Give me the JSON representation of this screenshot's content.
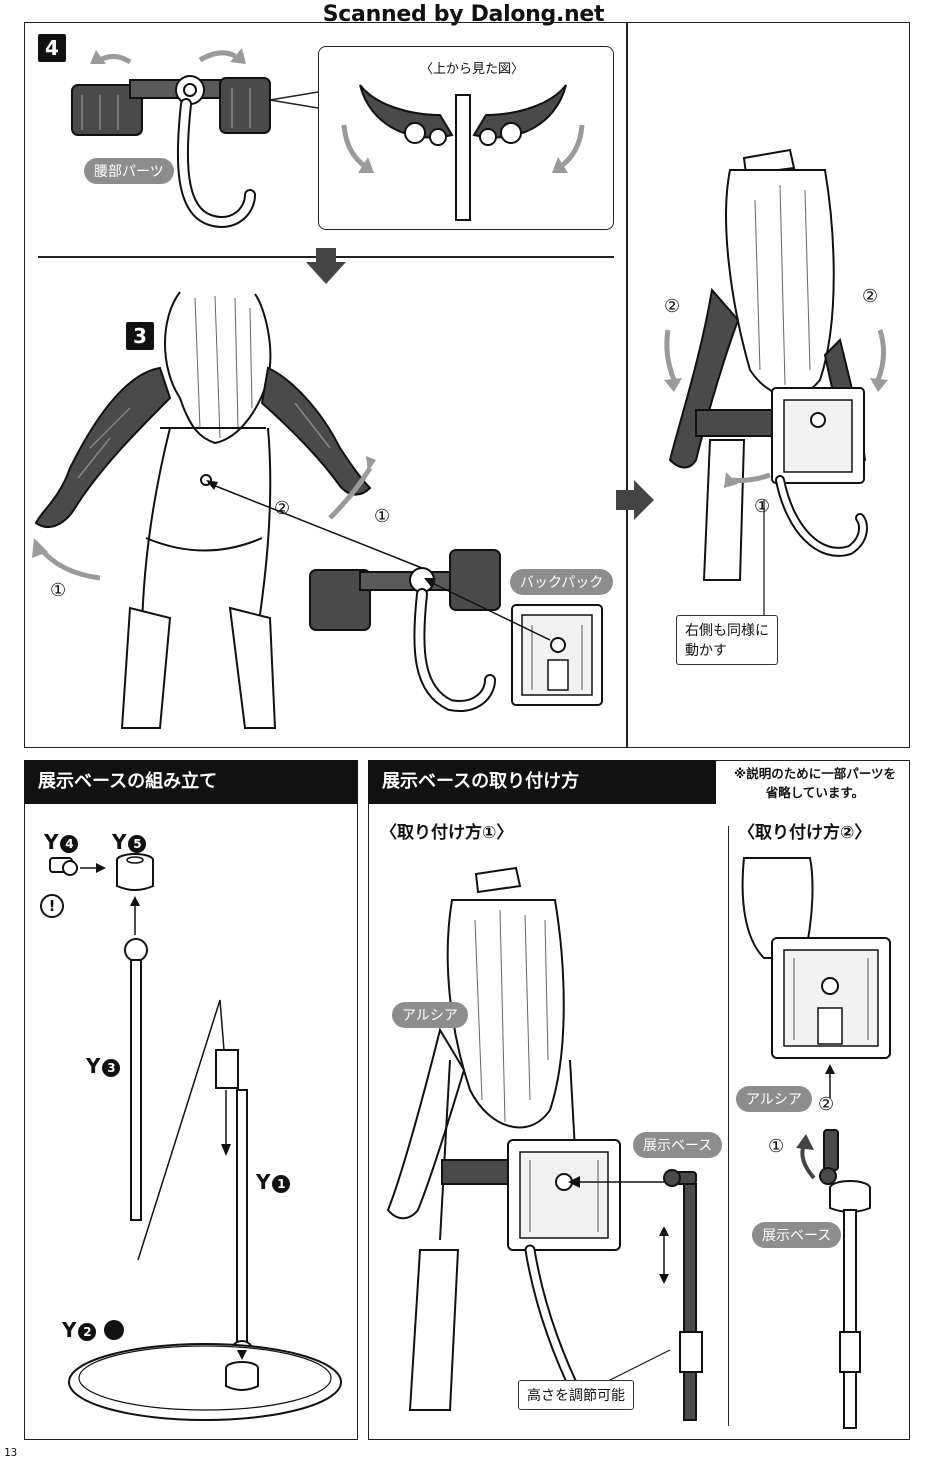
{
  "watermark": "Scanned by Dalong.net",
  "page_number": "13",
  "top_section": {
    "step4_number": "4",
    "step3_number": "3",
    "top_view_label": "〈上から見た図〉",
    "waist_part_label": "腰部パーツ",
    "backpack_label": "バックパック",
    "right_side_note_line1": "右側も同様に",
    "right_side_note_line2": "動かす",
    "circled_1": "①",
    "circled_2": "②"
  },
  "display_base_assembly": {
    "title": "展示ベースの組み立て",
    "part_y4": "Y",
    "part_y4_num": "4",
    "part_y5": "Y",
    "part_y5_num": "5",
    "part_y3": "Y",
    "part_y3_num": "3",
    "part_y1": "Y",
    "part_y1_num": "1",
    "part_y2": "Y",
    "part_y2_num": "2",
    "caution_mark": "!"
  },
  "display_base_attach": {
    "title": "展示ベースの取り付け方",
    "note_line1": "※説明のために一部パーツを",
    "note_line2": "省略しています。",
    "method1": "〈取り付け方①〉",
    "method2": "〈取り付け方②〉",
    "arsia_label": "アルシア",
    "display_base_label": "展示ベース",
    "height_adjust": "高さを調節可能"
  },
  "colors": {
    "dark_part": "#4a4a4a",
    "pill_gray": "#8d8d8d",
    "arrow_gray": "#9a9a9a"
  }
}
